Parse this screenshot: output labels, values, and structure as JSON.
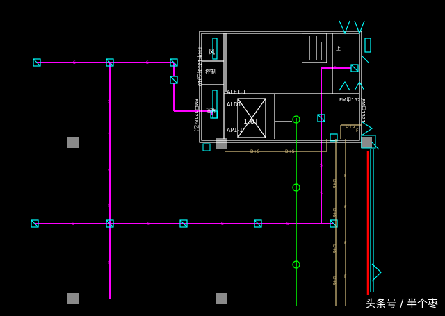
{
  "drawing": {
    "labels": {
      "room_wind": "风",
      "room_control": "控制",
      "room_fire": "消防",
      "door_fm1": "FM甲1218(乙)10",
      "door_fm2": "FM甲1218(乙)",
      "door_fm3": "FM甲1521",
      "door_fm4": "FM甲1521",
      "ale": "ALE1-1",
      "ald": "ALD1",
      "ap": "AP1-1",
      "elevator": "1.6T",
      "stair_up": "上",
      "ds1": "D+S",
      "ds2": "D+S",
      "ds3": "D+S",
      "ds_v": "D+S",
      "f_v": "F",
      "s": "S",
      "f": "F",
      "sm": "S",
      "fm": "F",
      "small_right": "D+S"
    },
    "colors": {
      "magenta": "#ff00ff",
      "white": "#ffffff",
      "cyan": "#00ffff",
      "green": "#00ff00",
      "yellow": "#ffff00",
      "tan": "#d8c080",
      "red": "#ff0000",
      "grey": "#808080"
    }
  },
  "watermark": "头条号 / 半个枣"
}
